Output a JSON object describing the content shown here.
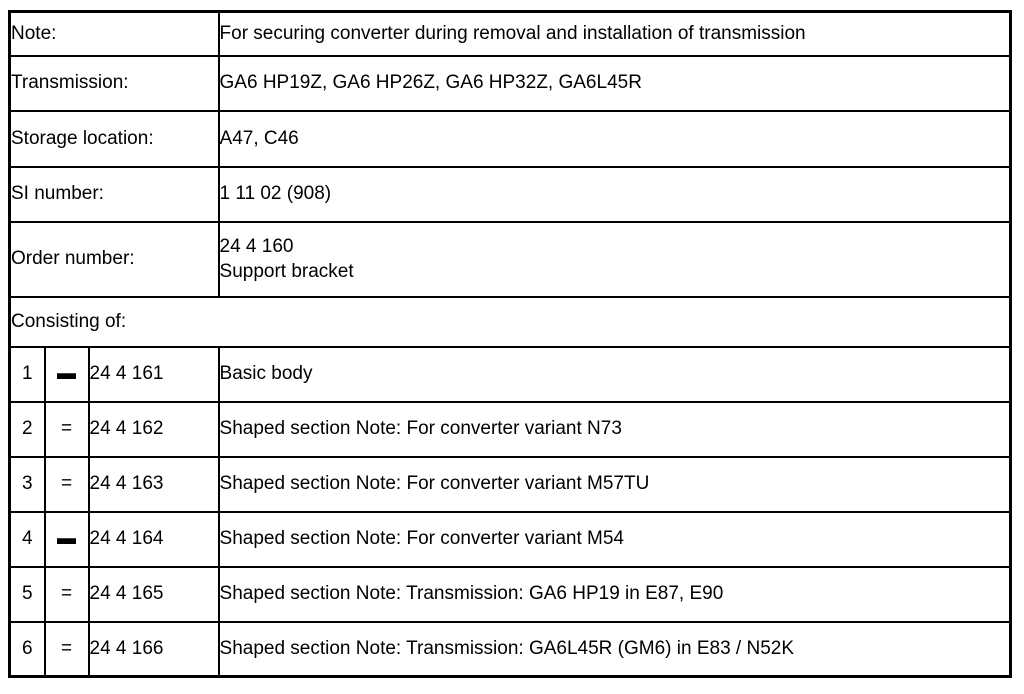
{
  "page": {
    "background_color": "#ffffff",
    "border_color": "#000000",
    "text_color": "#000000"
  },
  "info_rows": [
    {
      "label": "Note:",
      "value": "For securing converter during removal and installation of transmission"
    },
    {
      "label": "Transmission:",
      "value": "GA6 HP19Z, GA6 HP26Z, GA6 HP32Z, GA6L45R"
    },
    {
      "label": "Storage location:",
      "value": "A47, C46"
    },
    {
      "label": "SI number:",
      "value": "1 11 02 (908)"
    },
    {
      "label": "Order number:",
      "value": "24 4 160",
      "value_line2": "Support bracket"
    }
  ],
  "section_header": {
    "label": "Consisting of:"
  },
  "parts": [
    {
      "num": "1",
      "sym": "▬",
      "part_number": "24 4 161",
      "description": "Basic body"
    },
    {
      "num": "2",
      "sym": "=",
      "part_number": "24 4 162",
      "description": "Shaped section Note: For converter variant N73"
    },
    {
      "num": "3",
      "sym": "=",
      "part_number": "24 4 163",
      "description": "Shaped section Note: For converter variant M57TU"
    },
    {
      "num": "4",
      "sym": "▬",
      "part_number": "24 4 164",
      "description": "Shaped section Note: For converter variant M54"
    },
    {
      "num": "5",
      "sym": "=",
      "part_number": "24 4 165",
      "description": "Shaped section Note: Transmission: GA6 HP19 in E87, E90"
    },
    {
      "num": "6",
      "sym": "=",
      "part_number": "24 4 166",
      "description": "Shaped section Note: Transmission: GA6L45R (GM6) in E83 / N52K"
    }
  ]
}
